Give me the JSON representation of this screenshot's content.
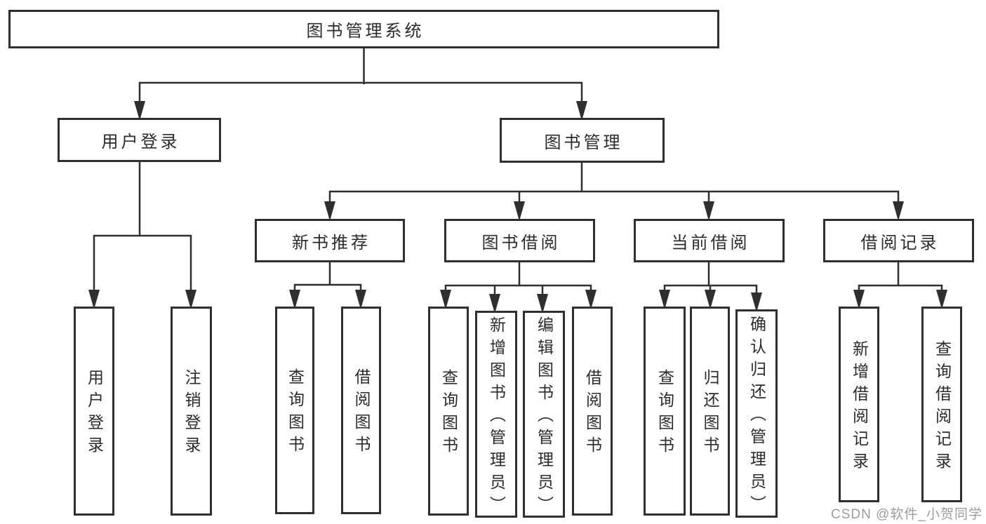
{
  "tree": {
    "label": "图书管理系统",
    "children": [
      {
        "label": "用户登录",
        "children": [
          {
            "label": "用户登录"
          },
          {
            "label": "注销登录"
          }
        ]
      },
      {
        "label": "图书管理",
        "children": [
          {
            "label": "新书推荐",
            "children": [
              {
                "label": "查询图书"
              },
              {
                "label": "借阅图书"
              }
            ]
          },
          {
            "label": "图书借阅",
            "children": [
              {
                "label": "查询图书"
              },
              {
                "label": "新增图书（管理员）"
              },
              {
                "label": "编辑图书（管理员）"
              },
              {
                "label": "借阅图书"
              }
            ]
          },
          {
            "label": "当前借阅",
            "children": [
              {
                "label": "查询图书"
              },
              {
                "label": "归还图书"
              },
              {
                "label": "确认归还（管理员）"
              }
            ]
          },
          {
            "label": "借阅记录",
            "children": [
              {
                "label": "新增借阅记录"
              },
              {
                "label": "查询借阅记录"
              }
            ]
          }
        ]
      }
    ]
  },
  "watermark": {
    "text": "CSDN @软件_小贺同学"
  },
  "colors": {
    "line": "#2f2f2f",
    "box_border": "#2f2f2f",
    "box_background": "#ffffff",
    "text": "#2b2b2b",
    "watermark": "#9b9b9b"
  }
}
